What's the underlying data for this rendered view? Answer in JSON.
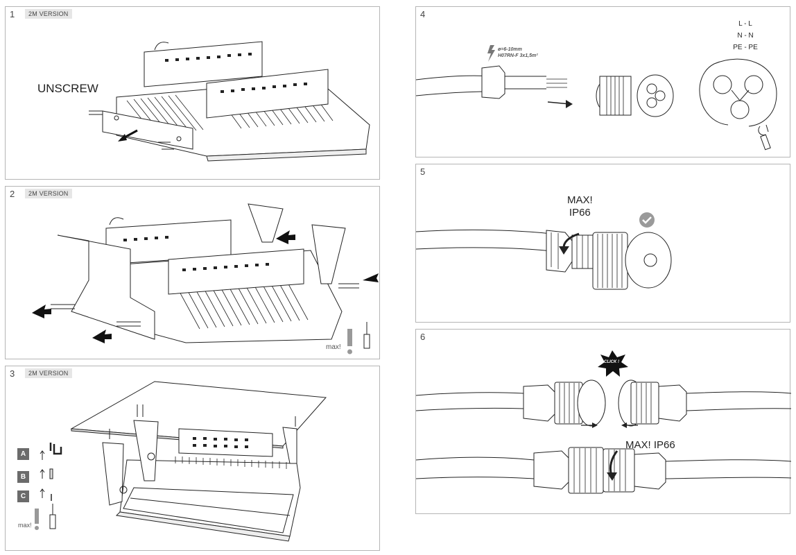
{
  "steps": [
    {
      "num": "1",
      "tag": "2M VERSION",
      "label": "UNSCREW"
    },
    {
      "num": "2",
      "tag": "2M VERSION",
      "max": "max!"
    },
    {
      "num": "3",
      "tag": "2M VERSION",
      "legend": [
        "A",
        "B",
        "C"
      ],
      "max": "max!"
    },
    {
      "num": "4",
      "cable_spec": [
        "ø=6-10mm",
        "H07RN-F 3x1,5m²"
      ],
      "wiring": [
        "L - L",
        "N - N",
        "PE - PE"
      ]
    },
    {
      "num": "5",
      "label": "MAX!",
      "ip": "IP66"
    },
    {
      "num": "6",
      "click": "CLICK !",
      "label": "MAX! IP66"
    }
  ],
  "colors": {
    "border": "#b5b5b5",
    "tag_bg": "#e6e6e6",
    "letter_bg": "#6b6b6b",
    "check": "#9a9a9a"
  }
}
